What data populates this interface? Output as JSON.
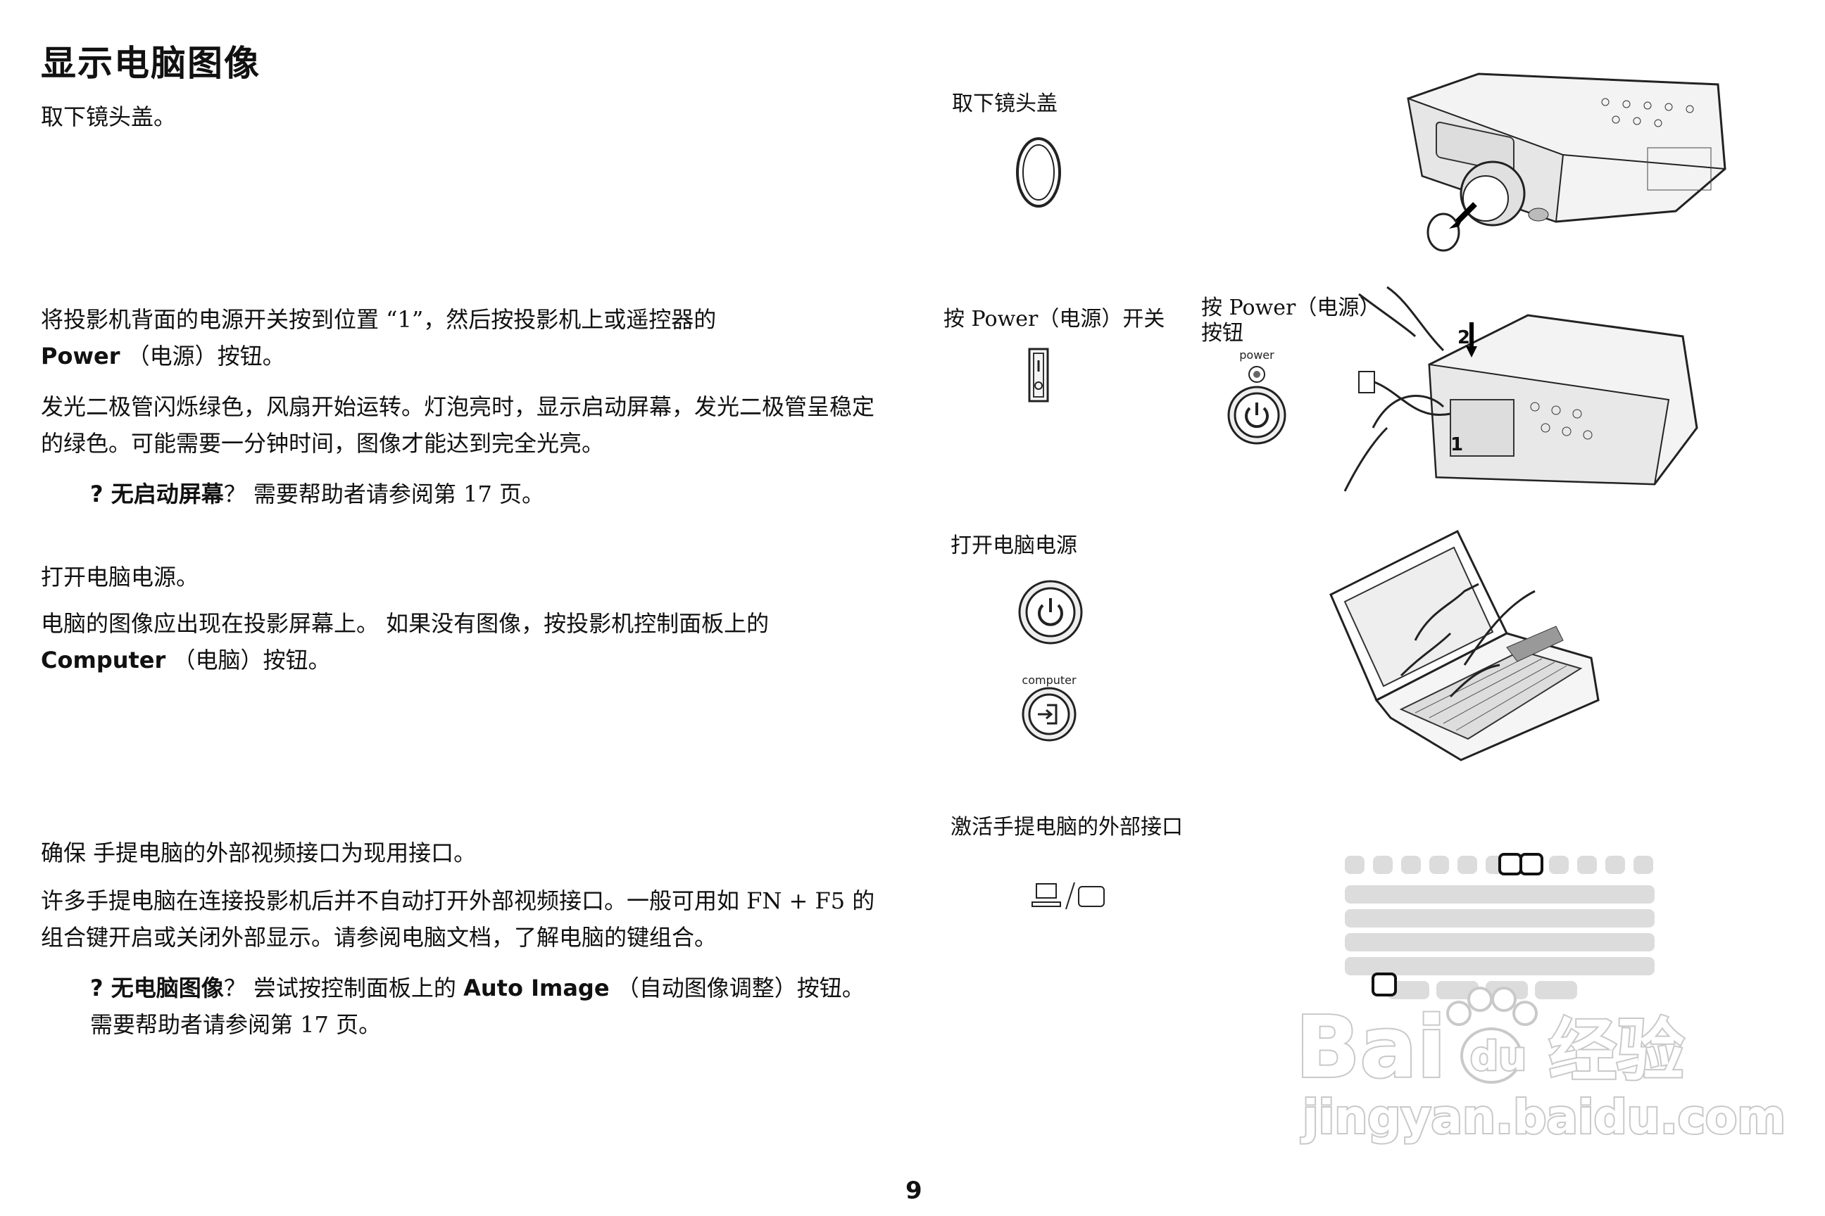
{
  "page": {
    "title": "显示电脑图像",
    "page_number": "9"
  },
  "left": {
    "s1_p1": "取下镜头盖。",
    "s2_p1_pre": "将投影机背面的电源开关按到位置 “1”，然后按投影机上或遥控器的",
    "s2_p1_bold": "Power",
    "s2_p1_post": "（电源）按钮。",
    "s2_p2": "发光二极管闪烁绿色，风扇开始运转。灯泡亮时，显示启动屏幕，发光二极管呈稳定的绿色。可能需要一分钟时间，图像才能达到完全光亮。",
    "s2_note_bold": "? 无启动屏幕",
    "s2_note_mark": "？",
    "s2_note_text": "需要帮助者请参阅第 17 页。",
    "s3_p1": "打开电脑电源。",
    "s3_p2": "电脑的图像应出现在投影屏幕上。 如果没有图像，按投影机控制面板上的",
    "s3_p2_bold": "Computer",
    "s3_p2_post": "（电脑）按钮。",
    "s4_p1": "确保 手提电脑的外部视频接口为现用接口。",
    "s4_p2": "许多手提电脑在连接投影机后并不自动打开外部视频接口。一般可用如 FN + F5 的组合键开启或关闭外部显示。请参阅电脑文档，了解电脑的键组合。",
    "s4_note_bold": "? 无电脑图像",
    "s4_note_mark": "？",
    "s4_note_text1": "尝试按控制面板上的",
    "s4_note_bold2": "Auto Image",
    "s4_note_text2": "（自动图像调整）按钮。 需要帮助者请参阅第 17 页。"
  },
  "right": {
    "cap_lens": "取下镜头盖",
    "cap_power_switch": "按 Power（电源）开关",
    "cap_power_button_line1": "按 Power（电源）",
    "cap_power_button_line2": "按钮",
    "power_label": "power",
    "step_2": "2",
    "step_1": "1",
    "cap_computer_on": "打开电脑电源",
    "computer_label": "computer",
    "cap_external_port": "激活手提电脑的外部接口"
  },
  "watermark": {
    "brand": "Bai",
    "brand2": "du",
    "brand_cn": "经验",
    "url": "jingyan.baidu.com"
  }
}
